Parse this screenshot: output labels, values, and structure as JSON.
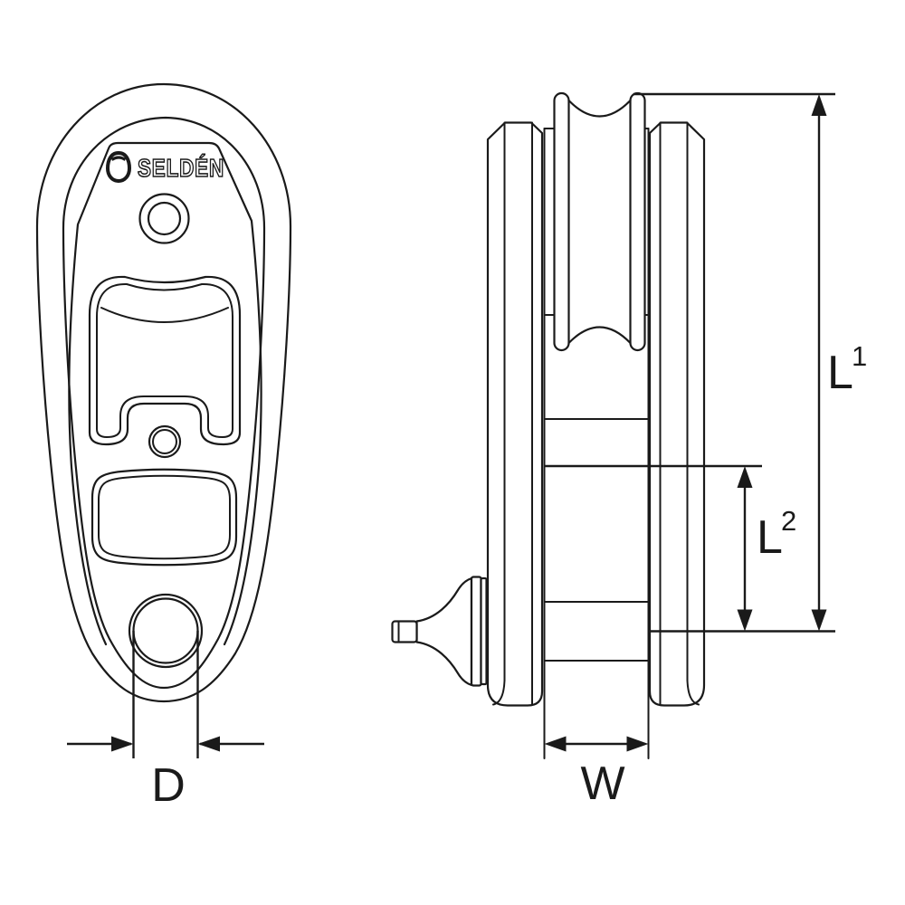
{
  "drawing": {
    "brand": {
      "text": "SELDÉN",
      "icon": "selden-egg-icon"
    },
    "dimensions": {
      "d": {
        "label": "D"
      },
      "w": {
        "label": "W"
      },
      "l1": {
        "base": "L",
        "sup": "1"
      },
      "l2": {
        "base": "L",
        "sup": "2"
      }
    },
    "colors": {
      "line": "#1a1a1a",
      "background": "#ffffff"
    }
  }
}
